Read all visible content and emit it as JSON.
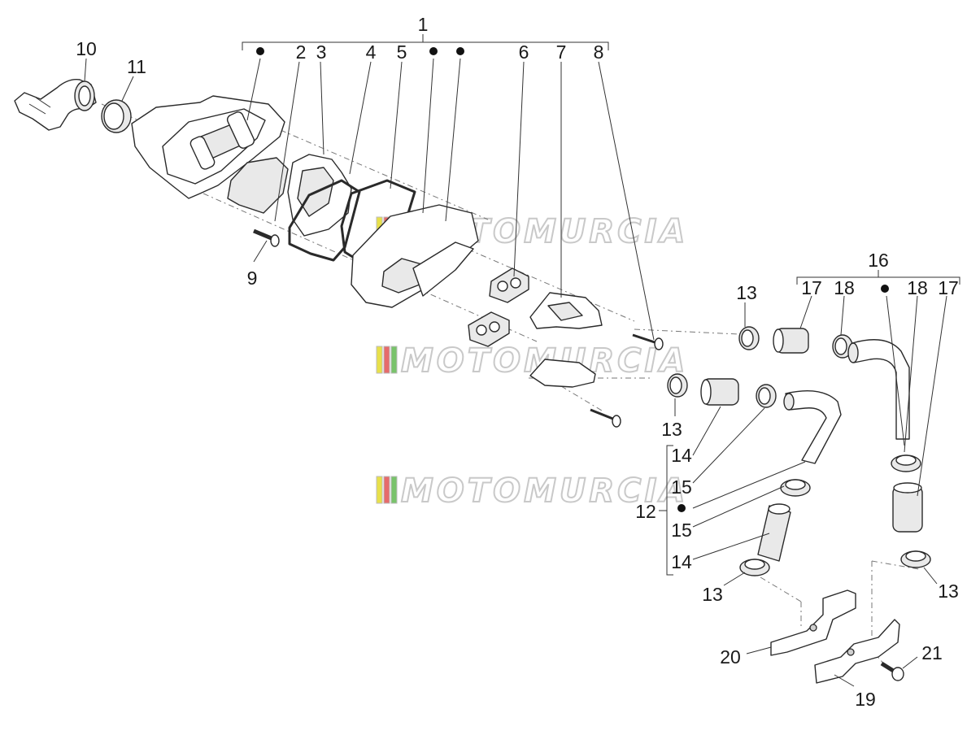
{
  "watermark": {
    "brand": "MOTOMURCIA",
    "stripe_colors": [
      "#e8e04a",
      "#e66b6b",
      "#79c36b"
    ]
  },
  "callouts": {
    "c1": "1",
    "c2": "2",
    "c3": "3",
    "c4": "4",
    "c5": "5",
    "c6": "6",
    "c7": "7",
    "c8": "8",
    "c9": "9",
    "c10": "10",
    "c11": "11",
    "c12": "12",
    "c13a": "13",
    "c13b": "13",
    "c13c": "13",
    "c13d": "13",
    "c14a": "14",
    "c14b": "14",
    "c15a": "15",
    "c15b": "15",
    "c16": "16",
    "c17a": "17",
    "c17b": "17",
    "c18a": "18",
    "c18b": "18",
    "c19": "19",
    "c20": "20",
    "c21": "21"
  },
  "parts": [
    "air-box-housing",
    "filter-element",
    "filter-cover",
    "gasket",
    "seal-ring",
    "reed-valve-a",
    "reed-valve-b",
    "valve-cover",
    "screw-long",
    "intake-elbow",
    "hose-clamp",
    "secondary-air-kit",
    "hose-clamp",
    "sleeve",
    "clamp",
    "secondary-air-pipe-kit",
    "sleeve",
    "clamp",
    "bracket-lower",
    "bracket-upper",
    "bolt"
  ]
}
